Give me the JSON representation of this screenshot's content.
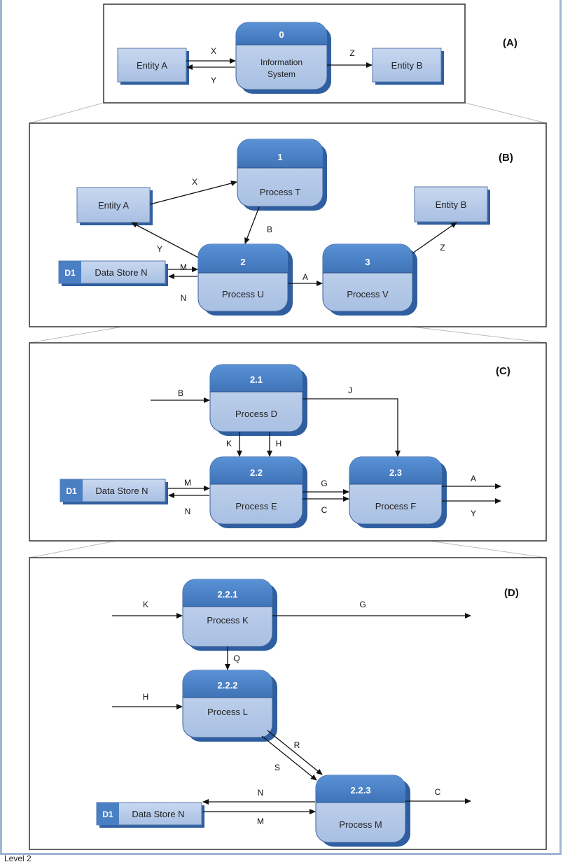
{
  "panels": [
    {
      "label": "(A)",
      "entities": [
        "Entity A",
        "Entity B"
      ],
      "processes": [
        {
          "number": "0",
          "lines": [
            "Information",
            "System"
          ]
        }
      ],
      "flows": [
        "X",
        "Y",
        "Z"
      ]
    },
    {
      "label": "(B)",
      "entities": [
        "Entity A",
        "Entity B"
      ],
      "datastore": {
        "id": "D1",
        "name": "Data Store N"
      },
      "processes": [
        {
          "number": "1",
          "name": "Process T"
        },
        {
          "number": "2",
          "name": "Process U"
        },
        {
          "number": "3",
          "name": "Process V"
        }
      ],
      "flows": [
        "X",
        "B",
        "Y",
        "M",
        "N",
        "A",
        "Z"
      ]
    },
    {
      "label": "(C)",
      "datastore": {
        "id": "D1",
        "name": "Data Store N"
      },
      "processes": [
        {
          "number": "2.1",
          "name": "Process D"
        },
        {
          "number": "2.2",
          "name": "Process E"
        },
        {
          "number": "2.3",
          "name": "Process F"
        }
      ],
      "flows": [
        "B",
        "J",
        "K",
        "H",
        "M",
        "N",
        "G",
        "C",
        "A",
        "Y"
      ]
    },
    {
      "label": "(D)",
      "datastore": {
        "id": "D1",
        "name": "Data Store N"
      },
      "processes": [
        {
          "number": "2.2.1",
          "name": "Process K"
        },
        {
          "number": "2.2.2",
          "name": "Process L"
        },
        {
          "number": "2.2.3",
          "name": "Process M"
        }
      ],
      "flows": [
        "K",
        "G",
        "Q",
        "H",
        "R",
        "S",
        "N",
        "M",
        "C"
      ]
    }
  ],
  "footer_text": "Level 2",
  "colors": {
    "header": "#4a7fc4",
    "body": "#b9cdea",
    "shadow": "#3c68a8",
    "entity": "#b9cdea",
    "stroke": "#1a1a1a"
  }
}
